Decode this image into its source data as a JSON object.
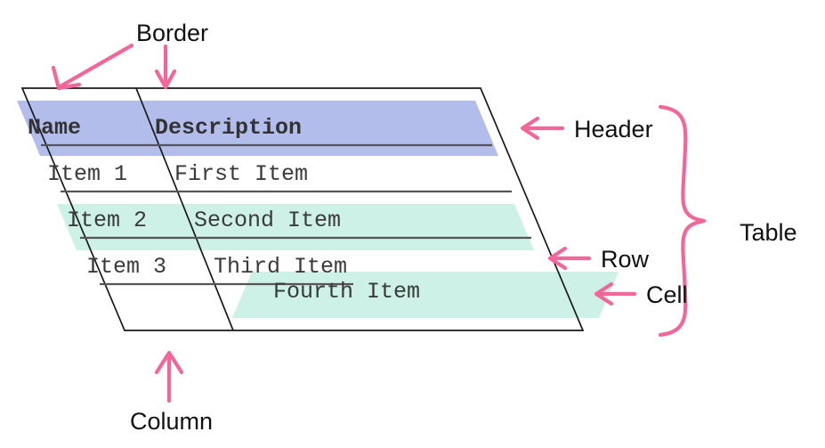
{
  "diagram": {
    "title": "HTML table anatomy diagram",
    "colors": {
      "header_band": "#b3bdec",
      "row_band": "#cdf1e6",
      "annotation_pink": "#f4669a",
      "outline": "#1a1a1a",
      "rule": "#555555",
      "text": "#3a3a3a"
    }
  },
  "table": {
    "columns": [
      "Name",
      "Description"
    ],
    "header": {
      "name": "Name",
      "description": "Description"
    },
    "rows": [
      {
        "name": "Item 1",
        "description": "First Item",
        "shaded": false
      },
      {
        "name": "Item 2",
        "description": "Second Item",
        "shaded": true
      },
      {
        "name": "Item 3",
        "description": "Third Item",
        "shaded": false
      }
    ],
    "highlighted_cell": {
      "text": "Fourth Item"
    }
  },
  "annotations": {
    "border": "Border",
    "header": "Header",
    "row": "Row",
    "cell": "Cell",
    "table": "Table",
    "column": "Column"
  }
}
